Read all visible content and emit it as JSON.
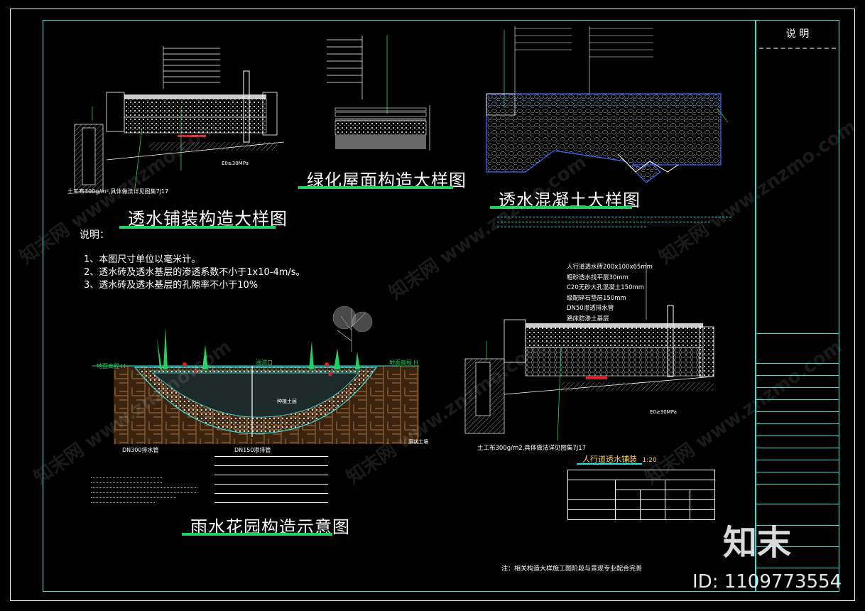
{
  "titles": {
    "permeable_paving": "透水铺装构造大样图",
    "green_roof": "绿化屋面构造大样图",
    "permeable_concrete": "透水混凝土大样图",
    "rain_garden": "雨水花园构造示意图",
    "sidewalk_paving": "人行道透水铺装",
    "sidewalk_scale": "1:20"
  },
  "notes": {
    "heading": "说明：",
    "items": [
      "1、本图尺寸单位以毫米计。",
      "2、透水砖及透水基层的渗透系数不小于1x10-4m/s。",
      "3、透水砖及透水基层的孔隙率不小于10%"
    ],
    "footer": "注：相关构造大样施工图阶段与景观专业配合完善"
  },
  "labels": {
    "soil_compaction_left": "土工布300g/m²,具体做法详见图集7J17",
    "soil_compaction_right": "土工布300g/m2,具体做法详见图集7J17",
    "sidewalk_materials": [
      "人行道透水砖200x100x65mm",
      "粗砂透水找平层30mm",
      "C20无砂大孔混凝土150mm",
      "级配碎石垫层150mm",
      "DN50渗透排水管",
      "路床防渗土基层"
    ],
    "rain_garden": {
      "ground_level_left": "地面高程 H",
      "ground_level_right": "地面高程 H",
      "overflow": "溢流口",
      "pipe_dn300": "DN300排水管",
      "pipe_dn150": "DN150渗排管",
      "permeable_layer": "种植土层",
      "original_soil": "原状土壤"
    },
    "concrete_strength": "E0≥30MPa"
  },
  "title_block": {
    "heading": "说 明",
    "id_text": "ID: 1109773554",
    "logo_text": "知末"
  },
  "watermark": "知末网 www.znzmo.com"
}
